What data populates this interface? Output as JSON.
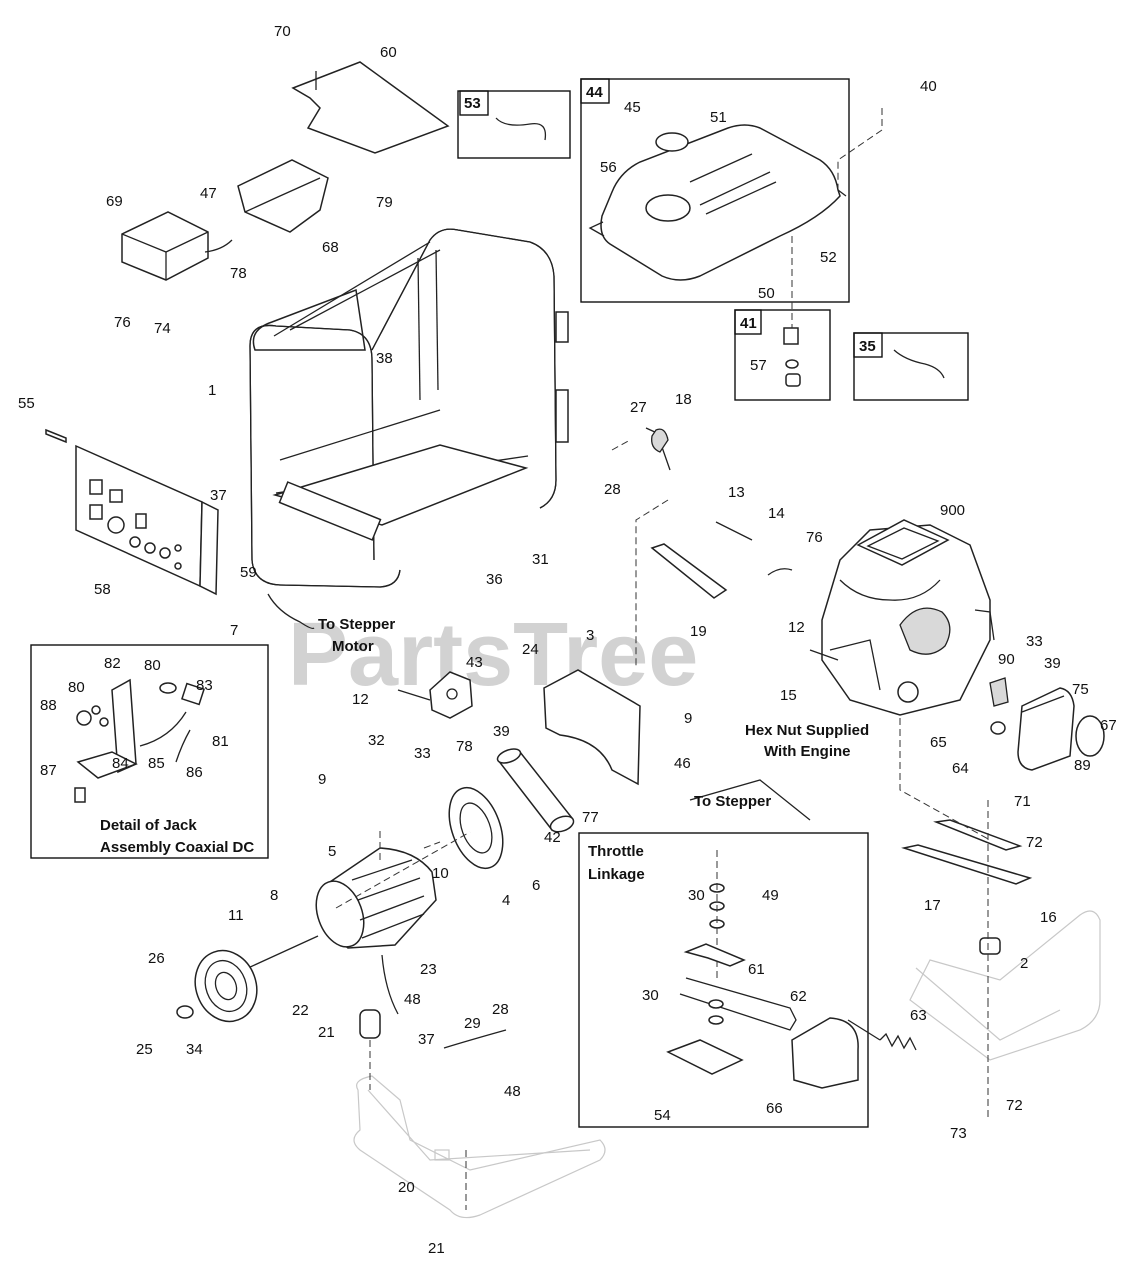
{
  "watermark": "PartsTree",
  "callouts": [
    {
      "id": "c70",
      "text": "70"
    },
    {
      "id": "c60",
      "text": "60"
    },
    {
      "id": "c53",
      "text": "53"
    },
    {
      "id": "c44",
      "text": "44"
    },
    {
      "id": "c45",
      "text": "45"
    },
    {
      "id": "c51",
      "text": "51"
    },
    {
      "id": "c40",
      "text": "40"
    },
    {
      "id": "c56",
      "text": "56"
    },
    {
      "id": "c52",
      "text": "52"
    },
    {
      "id": "c50",
      "text": "50"
    },
    {
      "id": "c69",
      "text": "69"
    },
    {
      "id": "c47",
      "text": "47"
    },
    {
      "id": "c68",
      "text": "68"
    },
    {
      "id": "c79",
      "text": "79"
    },
    {
      "id": "c78a",
      "text": "78"
    },
    {
      "id": "c76a",
      "text": "76"
    },
    {
      "id": "c74",
      "text": "74"
    },
    {
      "id": "c41",
      "text": "41"
    },
    {
      "id": "c57",
      "text": "57"
    },
    {
      "id": "c35",
      "text": "35"
    },
    {
      "id": "c38",
      "text": "38"
    },
    {
      "id": "c1",
      "text": "1"
    },
    {
      "id": "c55",
      "text": "55"
    },
    {
      "id": "c27",
      "text": "27"
    },
    {
      "id": "c18",
      "text": "18"
    },
    {
      "id": "c28a",
      "text": "28"
    },
    {
      "id": "c37a",
      "text": "37"
    },
    {
      "id": "c13",
      "text": "13"
    },
    {
      "id": "c900",
      "text": "900"
    },
    {
      "id": "c14",
      "text": "14"
    },
    {
      "id": "c76b",
      "text": "76"
    },
    {
      "id": "c59",
      "text": "59"
    },
    {
      "id": "c31",
      "text": "31"
    },
    {
      "id": "c36",
      "text": "36"
    },
    {
      "id": "c58",
      "text": "58"
    },
    {
      "id": "c7",
      "text": "7"
    },
    {
      "id": "c19",
      "text": "19"
    },
    {
      "id": "c12a",
      "text": "12"
    },
    {
      "id": "c3",
      "text": "3"
    },
    {
      "id": "c24",
      "text": "24"
    },
    {
      "id": "c43",
      "text": "43"
    },
    {
      "id": "c33a",
      "text": "33"
    },
    {
      "id": "c90",
      "text": "90"
    },
    {
      "id": "c39a",
      "text": "39"
    },
    {
      "id": "c75",
      "text": "75"
    },
    {
      "id": "c15",
      "text": "15"
    },
    {
      "id": "c67",
      "text": "67"
    },
    {
      "id": "c12b",
      "text": "12"
    },
    {
      "id": "c9a",
      "text": "9"
    },
    {
      "id": "c32",
      "text": "32"
    },
    {
      "id": "c33b",
      "text": "33"
    },
    {
      "id": "c78b",
      "text": "78"
    },
    {
      "id": "c39b",
      "text": "39"
    },
    {
      "id": "c65",
      "text": "65"
    },
    {
      "id": "c46",
      "text": "46"
    },
    {
      "id": "c64",
      "text": "64"
    },
    {
      "id": "c89",
      "text": "89"
    },
    {
      "id": "c82",
      "text": "82"
    },
    {
      "id": "c80a",
      "text": "80"
    },
    {
      "id": "c80b",
      "text": "80"
    },
    {
      "id": "c83",
      "text": "83"
    },
    {
      "id": "c88",
      "text": "88"
    },
    {
      "id": "c81",
      "text": "81"
    },
    {
      "id": "c87",
      "text": "87"
    },
    {
      "id": "c84",
      "text": "84"
    },
    {
      "id": "c85",
      "text": "85"
    },
    {
      "id": "c86",
      "text": "86"
    },
    {
      "id": "c9b",
      "text": "9"
    },
    {
      "id": "c77",
      "text": "77"
    },
    {
      "id": "c42",
      "text": "42"
    },
    {
      "id": "c71",
      "text": "71"
    },
    {
      "id": "c72a",
      "text": "72"
    },
    {
      "id": "c10",
      "text": "10"
    },
    {
      "id": "c5",
      "text": "5"
    },
    {
      "id": "c6",
      "text": "6"
    },
    {
      "id": "c4",
      "text": "4"
    },
    {
      "id": "c30a",
      "text": "30"
    },
    {
      "id": "c49",
      "text": "49"
    },
    {
      "id": "c16",
      "text": "16"
    },
    {
      "id": "c17",
      "text": "17"
    },
    {
      "id": "c8",
      "text": "8"
    },
    {
      "id": "c11",
      "text": "11"
    },
    {
      "id": "c61",
      "text": "61"
    },
    {
      "id": "c2",
      "text": "2"
    },
    {
      "id": "c26",
      "text": "26"
    },
    {
      "id": "c22",
      "text": "22"
    },
    {
      "id": "c23",
      "text": "23"
    },
    {
      "id": "c28b",
      "text": "28"
    },
    {
      "id": "c30b",
      "text": "30"
    },
    {
      "id": "c62",
      "text": "62"
    },
    {
      "id": "c48a",
      "text": "48"
    },
    {
      "id": "c29",
      "text": "29"
    },
    {
      "id": "c25",
      "text": "25"
    },
    {
      "id": "c34",
      "text": "34"
    },
    {
      "id": "c21a",
      "text": "21"
    },
    {
      "id": "c63",
      "text": "63"
    },
    {
      "id": "c37b",
      "text": "37"
    },
    {
      "id": "c48b",
      "text": "48"
    },
    {
      "id": "c54",
      "text": "54"
    },
    {
      "id": "c66",
      "text": "66"
    },
    {
      "id": "c72b",
      "text": "72"
    },
    {
      "id": "c73",
      "text": "73"
    },
    {
      "id": "c20",
      "text": "20"
    },
    {
      "id": "c21b",
      "text": "21"
    }
  ],
  "labels": {
    "to_stepper_motor_line1": "To Stepper",
    "to_stepper_motor_line2": "Motor",
    "hex_nut_line1": "Hex Nut Supplied",
    "hex_nut_line2": "With Engine",
    "to_stepper": "To Stepper",
    "throttle_line1": "Throttle",
    "throttle_line2": "Linkage",
    "jack_detail_line1": "Detail of Jack",
    "jack_detail_line2": "Assembly Coaxial DC"
  }
}
